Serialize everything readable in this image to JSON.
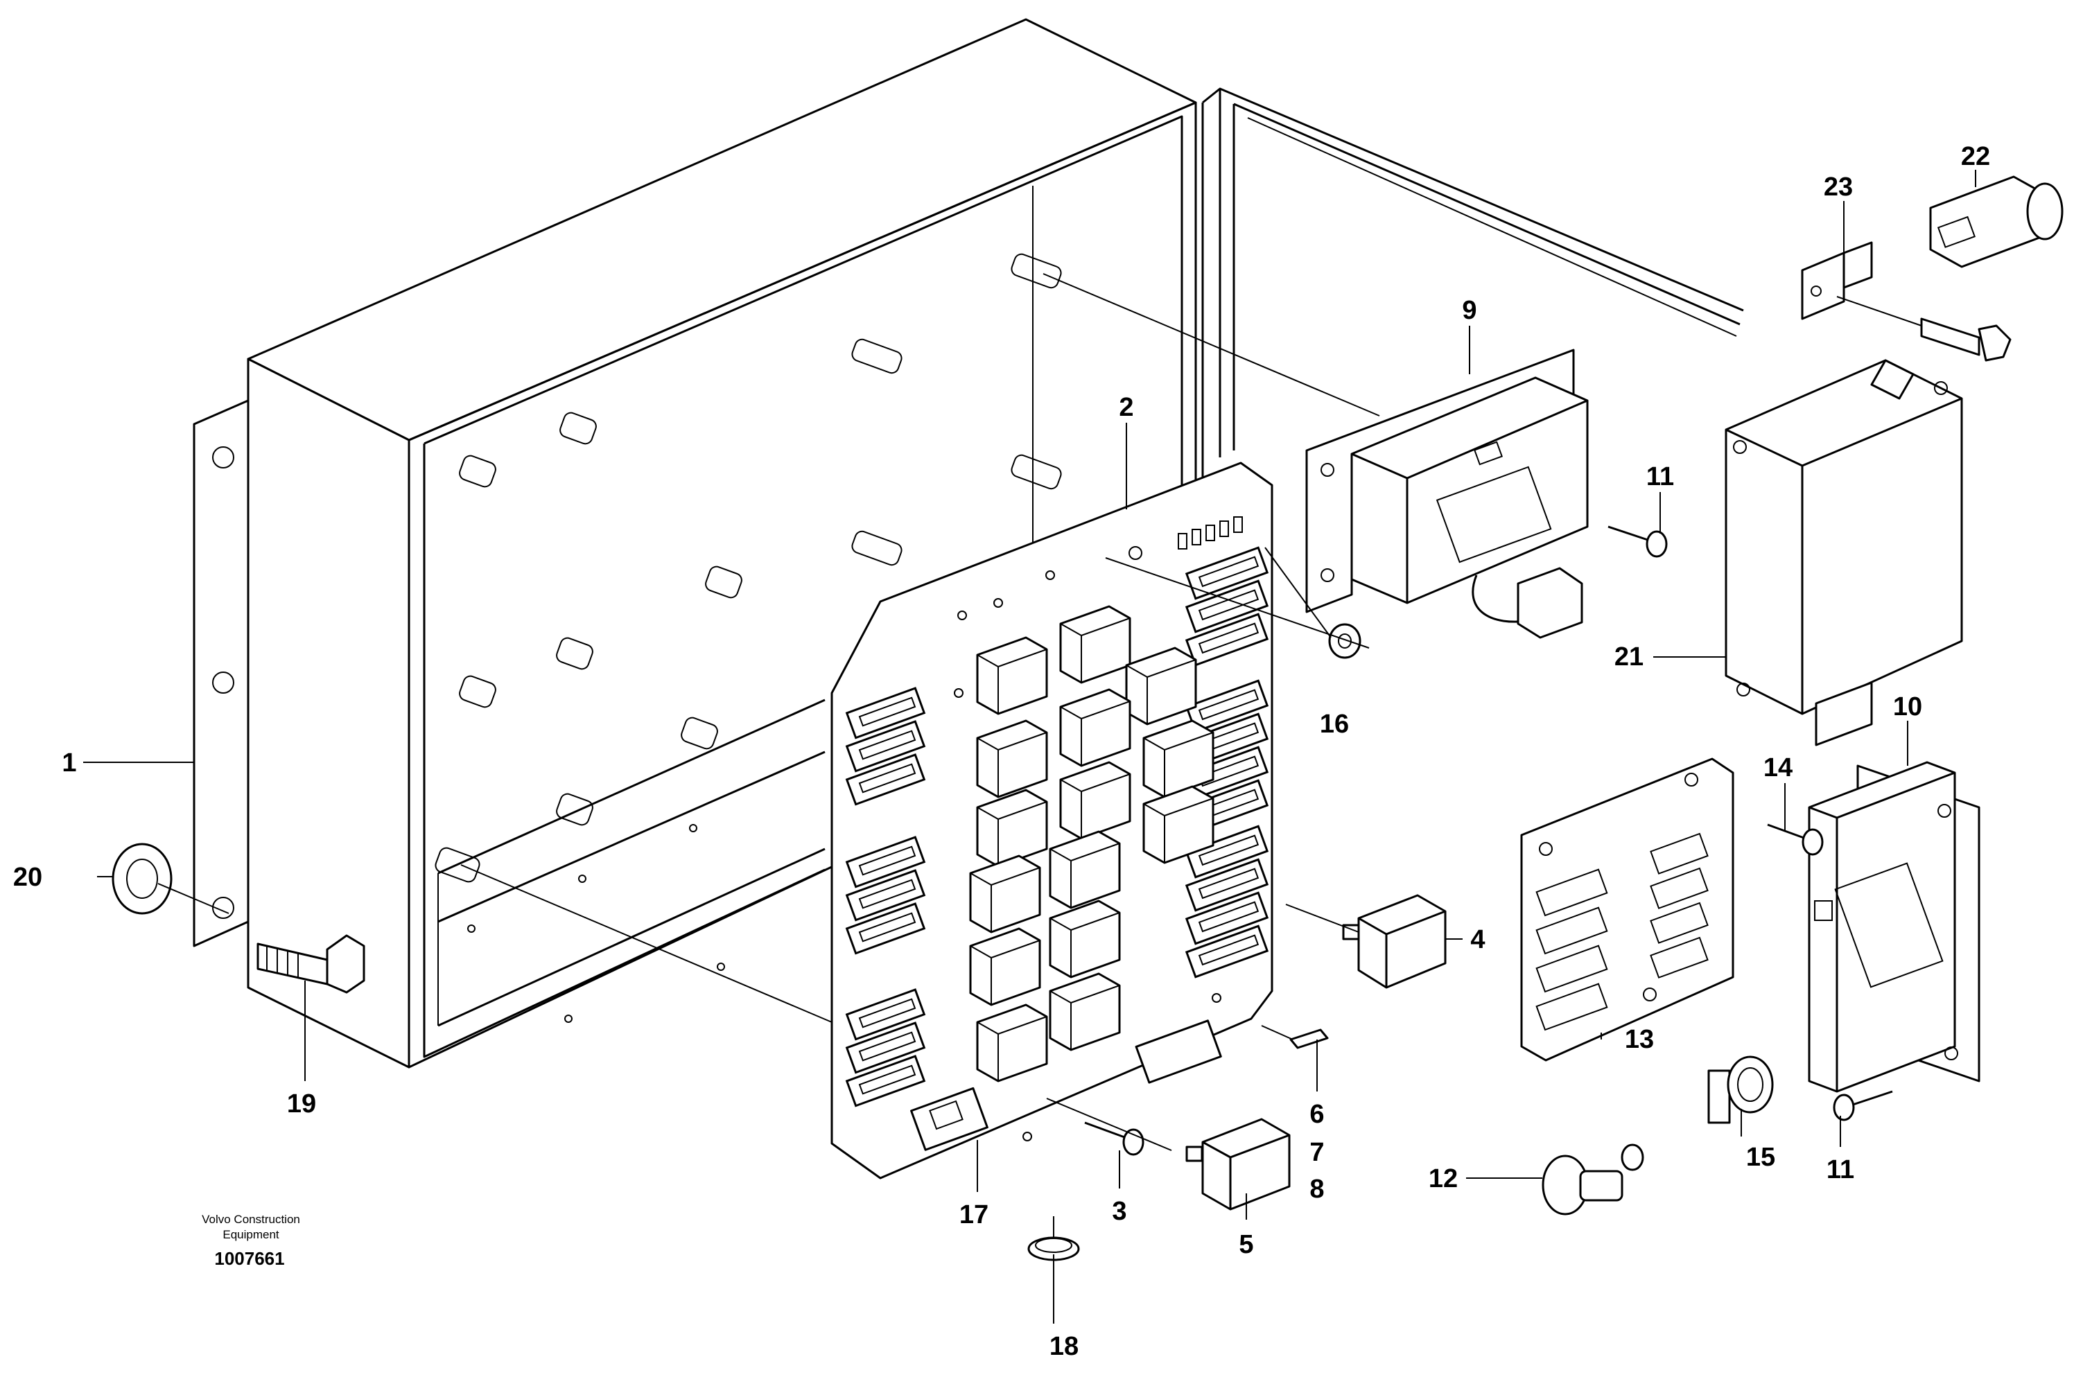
{
  "callouts": [
    {
      "id": "1",
      "label": "1"
    },
    {
      "id": "2",
      "label": "2"
    },
    {
      "id": "3",
      "label": "3"
    },
    {
      "id": "4",
      "label": "4"
    },
    {
      "id": "5",
      "label": "5"
    },
    {
      "id": "6",
      "label": "6"
    },
    {
      "id": "7",
      "label": "7"
    },
    {
      "id": "8",
      "label": "8"
    },
    {
      "id": "9",
      "label": "9"
    },
    {
      "id": "10",
      "label": "10"
    },
    {
      "id": "11a",
      "label": "11"
    },
    {
      "id": "11b",
      "label": "11"
    },
    {
      "id": "12",
      "label": "12"
    },
    {
      "id": "13",
      "label": "13"
    },
    {
      "id": "14",
      "label": "14"
    },
    {
      "id": "15",
      "label": "15"
    },
    {
      "id": "16",
      "label": "16"
    },
    {
      "id": "17",
      "label": "17"
    },
    {
      "id": "18",
      "label": "18"
    },
    {
      "id": "19",
      "label": "19"
    },
    {
      "id": "20",
      "label": "20"
    },
    {
      "id": "21",
      "label": "21"
    },
    {
      "id": "22",
      "label": "22"
    },
    {
      "id": "23",
      "label": "23"
    }
  ],
  "credit": {
    "line1": "Volvo Construction",
    "line2": "Equipment",
    "doc_number": "1007661"
  }
}
